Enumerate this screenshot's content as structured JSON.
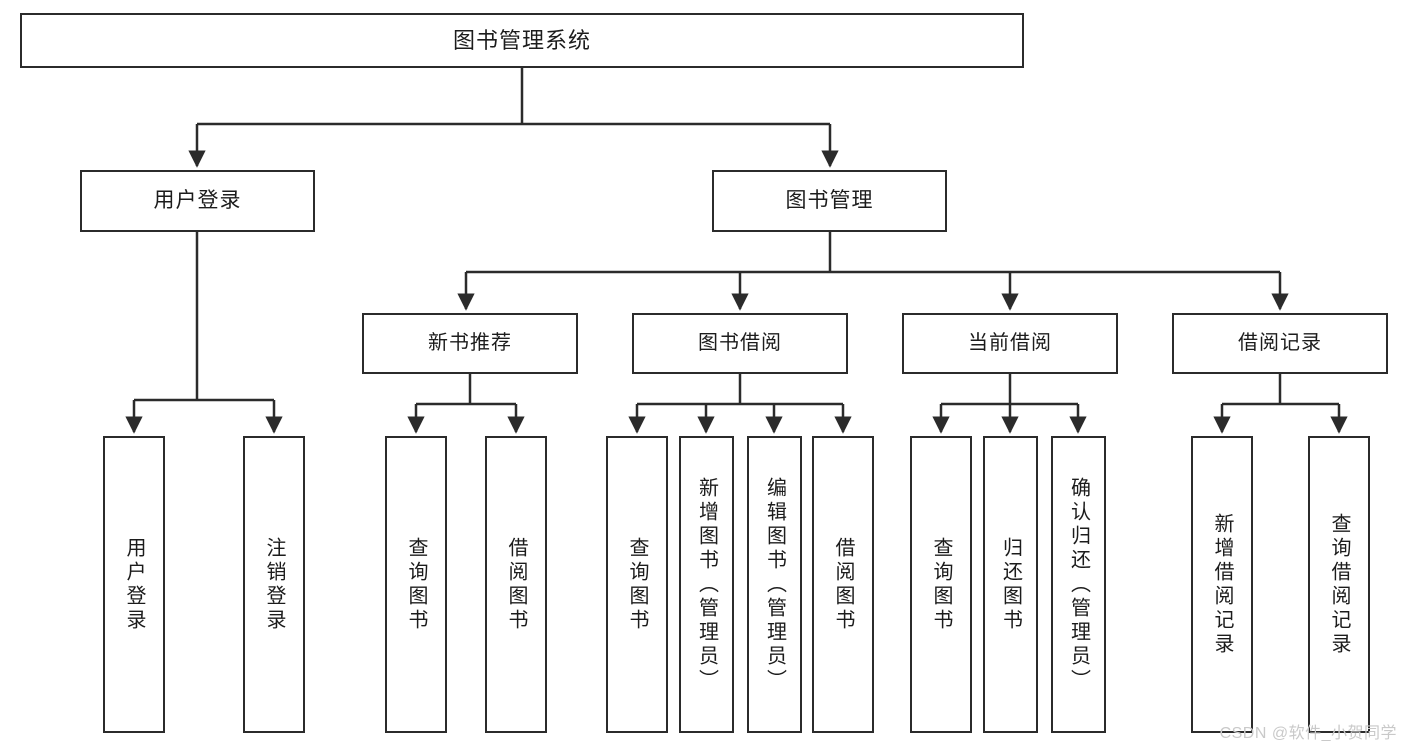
{
  "diagram": {
    "title": "图书管理系统",
    "type": "tree",
    "orientation": "top-down",
    "colors": {
      "node_border": "#2b2b2b",
      "node_fill": "#ffffff",
      "edge": "#2b2b2b",
      "text": "#1c1c1c",
      "background": "#ffffff",
      "watermark": "#c9c9c9"
    }
  },
  "watermark": {
    "text": "CSDN @软件_小贺同学"
  },
  "nodes": {
    "root": {
      "label": "图书管理系统"
    },
    "level2": [
      {
        "id": "user-login",
        "label": "用户登录"
      },
      {
        "id": "book-manage",
        "label": "图书管理"
      }
    ],
    "level3": [
      {
        "id": "new-book-recommend",
        "label": "新书推荐"
      },
      {
        "id": "book-borrow",
        "label": "图书借阅"
      },
      {
        "id": "current-borrow",
        "label": "当前借阅"
      },
      {
        "id": "borrow-record",
        "label": "借阅记录"
      }
    ],
    "leaves": {
      "user-login": [
        {
          "id": "leaf-user-login",
          "label": "用户登录"
        },
        {
          "id": "leaf-logout-login",
          "label": "注销登录"
        }
      ],
      "new-book-recommend": [
        {
          "id": "leaf-query-book-1",
          "label": "查询图书"
        },
        {
          "id": "leaf-borrow-book-1",
          "label": "借阅图书"
        }
      ],
      "book-borrow": [
        {
          "id": "leaf-query-book-2",
          "label": "查询图书"
        },
        {
          "id": "leaf-add-book",
          "label": "新增图书（管理员）"
        },
        {
          "id": "leaf-edit-book",
          "label": "编辑图书（管理员）"
        },
        {
          "id": "leaf-borrow-book-2",
          "label": "借阅图书"
        }
      ],
      "current-borrow": [
        {
          "id": "leaf-query-book-3",
          "label": "查询图书"
        },
        {
          "id": "leaf-return-book",
          "label": "归还图书"
        },
        {
          "id": "leaf-confirm-return",
          "label": "确认归还（管理员）"
        }
      ],
      "borrow-record": [
        {
          "id": "leaf-add-record",
          "label": "新增借阅记录"
        },
        {
          "id": "leaf-query-record",
          "label": "查询借阅记录"
        }
      ]
    }
  }
}
